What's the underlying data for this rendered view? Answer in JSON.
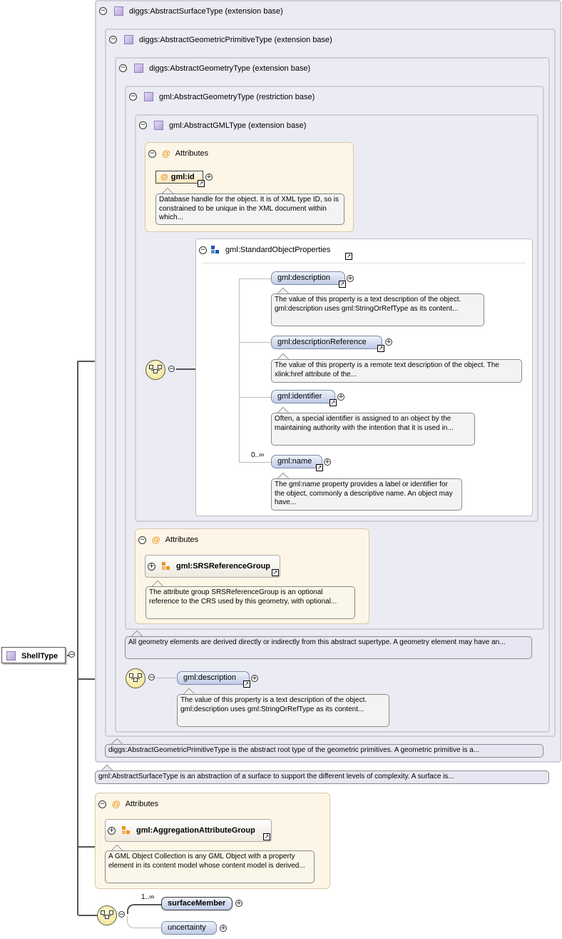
{
  "types": {
    "surface": "diggs:AbstractSurfaceType (extension base)",
    "primitive": "diggs:AbstractGeometricPrimitiveType (extension base)",
    "diggs_geometry": "diggs:AbstractGeometryType (extension base)",
    "gml_geometry": "gml:AbstractGeometryType (restriction base)",
    "gml_type": "gml:AbstractGMLType (extension base)"
  },
  "attributes_label": "Attributes",
  "gml_id": {
    "name": "gml:id",
    "doc": "Database handle for the object. It is of XML type ID, so is constrained to be unique in the XML document within which..."
  },
  "standard_object_properties": {
    "name": "gml:StandardObjectProperties",
    "elements": [
      {
        "name": "gml:description",
        "doc": "The value of this property is a text description of the object. gml:description uses gml:StringOrRefType as its content..."
      },
      {
        "name": "gml:descriptionReference",
        "doc": "The value of this property is a remote text description of the object. The xlink:href attribute of the..."
      },
      {
        "name": "gml:identifier",
        "doc": "Often, a special identifier is assigned to an object by the maintaining authority with the intention that it is used in..."
      },
      {
        "name": "gml:name",
        "doc": "The gml:name property provides a label or identifier for the object, commonly a descriptive name. An object may have...",
        "cardinality": "0..∞"
      }
    ]
  },
  "srs_group": {
    "name": "gml:SRSReferenceGroup",
    "doc": "The attribute group SRSReferenceGroup is an optional reference to the CRS used by this geometry, with optional..."
  },
  "gml_geometry_doc": "All geometry elements are derived directly or indirectly from this abstract supertype. A geometry element may have an...",
  "diggs_description": {
    "name": "gml:description",
    "doc": "The value of this property is a text description of the object. gml:description uses gml:StringOrRefType as its content..."
  },
  "primitive_doc": "diggs:AbstractGeometricPrimitiveType is the abstract root type of the geometric primitives. A geometric primitive is a...",
  "surface_doc": "gml:AbstractSurfaceType is an abstraction of a surface to support the different levels of complexity. A surface is...",
  "aggregation_group": {
    "name": "gml:AggregationAttributeGroup",
    "doc": "A GML Object Collection is any GML Object with a property element in its content model whose content model is derived..."
  },
  "root": {
    "name": "ShellType"
  },
  "shell_elements": [
    {
      "name": "surfaceMember",
      "cardinality": "1..∞"
    },
    {
      "name": "uncertainty"
    }
  ],
  "glyphs": {
    "minus": "−",
    "plus": "+",
    "link": "↗",
    "at": "@"
  },
  "icons": {
    "type": "complex-type-icon",
    "group": "attribute-group-icon",
    "sequence": "sequence-compositor-icon"
  },
  "colors": {
    "element_fill": "#bfcbe6",
    "attribute_fill": "#fdf6e6",
    "compositor_fill": "#efe08a",
    "attr_icon": "#e8951e"
  }
}
